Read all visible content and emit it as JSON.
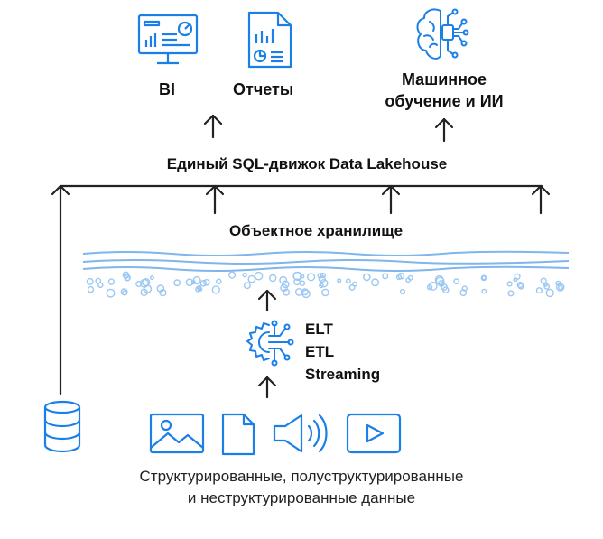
{
  "outputs": {
    "bi": "BI",
    "reports": "Отчеты",
    "ml_line1": "Машинное",
    "ml_line2": "обучение и ИИ"
  },
  "engine_label": "Единый SQL-движок Data Lakehouse",
  "storage_label": "Объектное хранилище",
  "pipelines": [
    "ELT",
    "ETL",
    "Streaming"
  ],
  "sources_caption_line1": "Структурированные, полуструктурированные",
  "sources_caption_line2": "и неструктурированные  данные",
  "colors": {
    "accent": "#1a7fe6",
    "line": "#222222",
    "water_line": "#7fb6ee",
    "bubble": "#9cc8f2"
  },
  "icons": [
    "dashboard-monitor-icon",
    "report-document-icon",
    "ai-brain-icon",
    "database-icon",
    "image-file-icon",
    "document-file-icon",
    "audio-speaker-icon",
    "video-play-icon",
    "etl-gear-icon"
  ]
}
